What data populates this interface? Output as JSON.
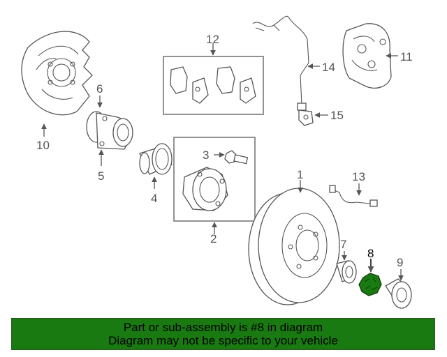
{
  "callouts": {
    "p1": "1",
    "p2": "2",
    "p3": "3",
    "p4": "4",
    "p5": "5",
    "p6": "6",
    "p7": "7",
    "p8": "8",
    "p9": "9",
    "p10": "10",
    "p11": "11",
    "p12": "12",
    "p13": "13",
    "p14": "14",
    "p15": "15"
  },
  "highlight": {
    "part": "8",
    "color": "#1a7a12"
  },
  "banner": {
    "line1": "Part or sub-assembly is #8 in diagram",
    "line2": "Diagram may not be specific to your vehicle"
  }
}
